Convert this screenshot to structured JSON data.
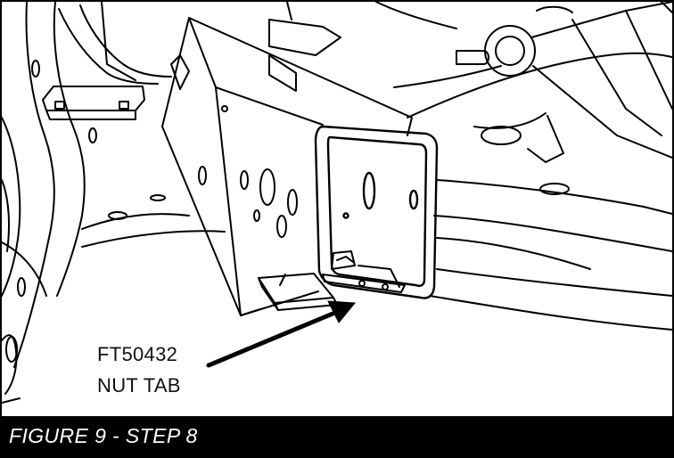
{
  "figure": {
    "callout_part_number": "FT50432",
    "callout_part_name": "NUT TAB",
    "caption": "FIGURE 9 - STEP 8"
  },
  "colors": {
    "line": "#000000",
    "background": "#ffffff",
    "caption_bar": "#000000",
    "caption_text": "#ffffff"
  }
}
